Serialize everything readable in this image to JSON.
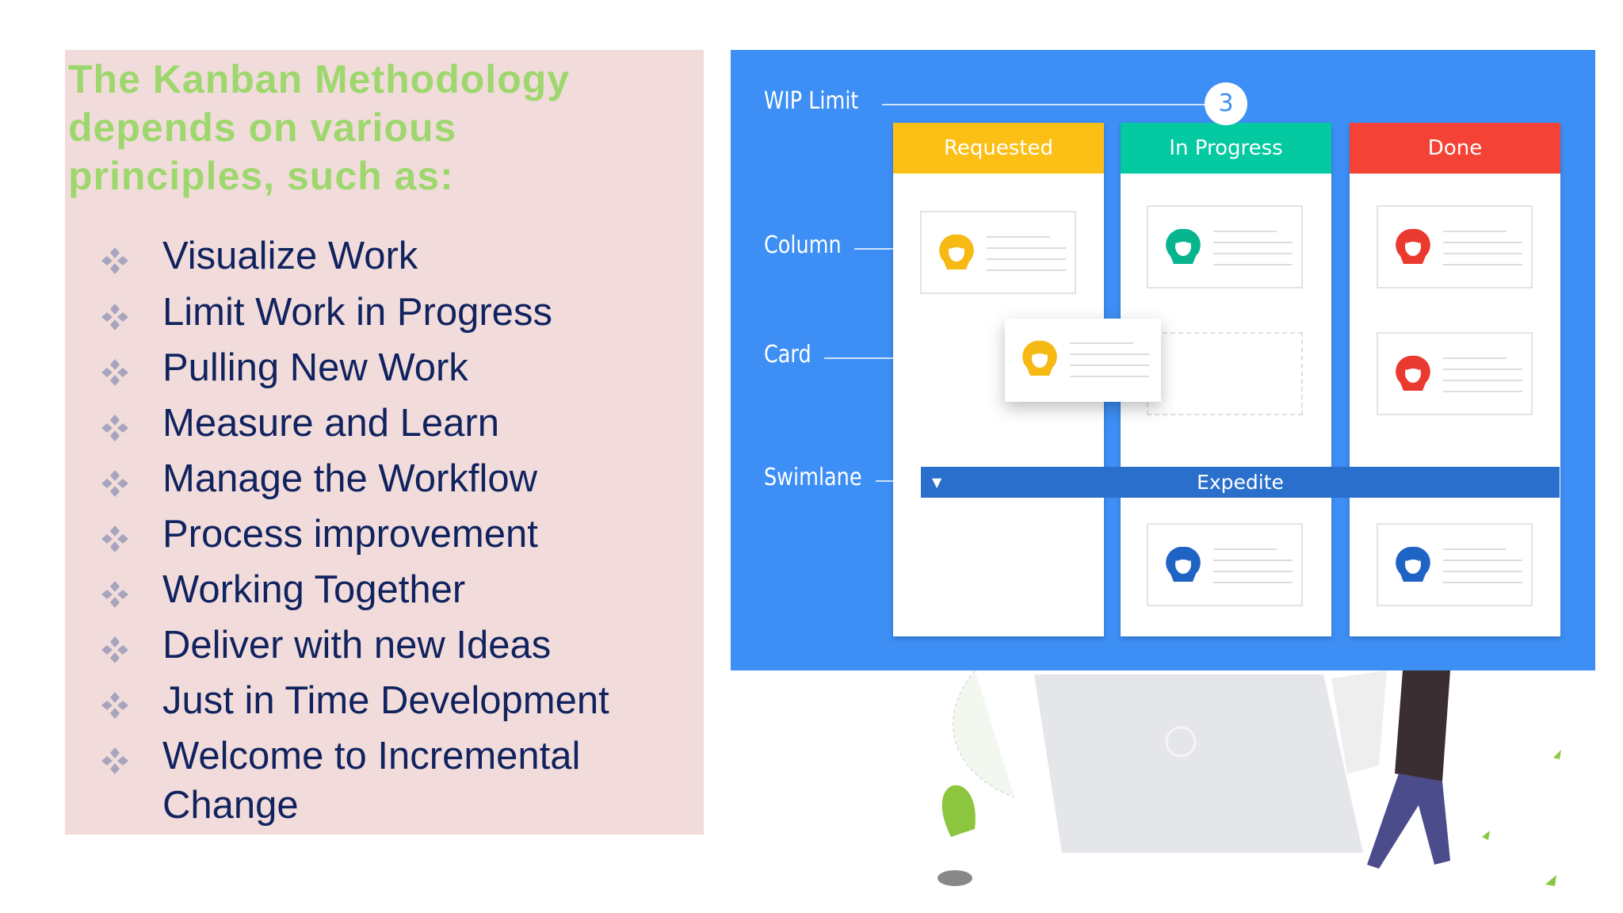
{
  "left_panel": {
    "title": "The Kanban Methodology depends on various principles, such as:",
    "bullets": [
      "Visualize Work",
      "Limit Work in Progress",
      "Pulling New Work",
      "Measure and Learn",
      "Manage the Workflow",
      "Process improvement",
      "Working Together",
      "Deliver with new Ideas",
      "Just in Time Development",
      "Welcome to Incremental Change"
    ],
    "bullet_icon": "four-diamond-bullet-icon"
  },
  "board": {
    "labels": {
      "wip": "WIP Limit",
      "column": "Column",
      "card": "Card",
      "swimlane": "Swimlane"
    },
    "wip_limit": "3",
    "columns": [
      {
        "title": "Requested",
        "color": "#fbbf16"
      },
      {
        "title": "In Progress",
        "color": "#05c9a0"
      },
      {
        "title": "Done",
        "color": "#f44336"
      }
    ],
    "swimlane": "Expedite",
    "avatar_colors": {
      "yellow": "#f7b913",
      "green": "#06b48d",
      "red": "#ea3a2f",
      "blue": "#1f64c4"
    }
  },
  "colors": {
    "panel_bg": "#f2dcdb",
    "title": "#9fd76f",
    "bullet_text": "#10235f",
    "board_bg": "#3d8ff5"
  }
}
